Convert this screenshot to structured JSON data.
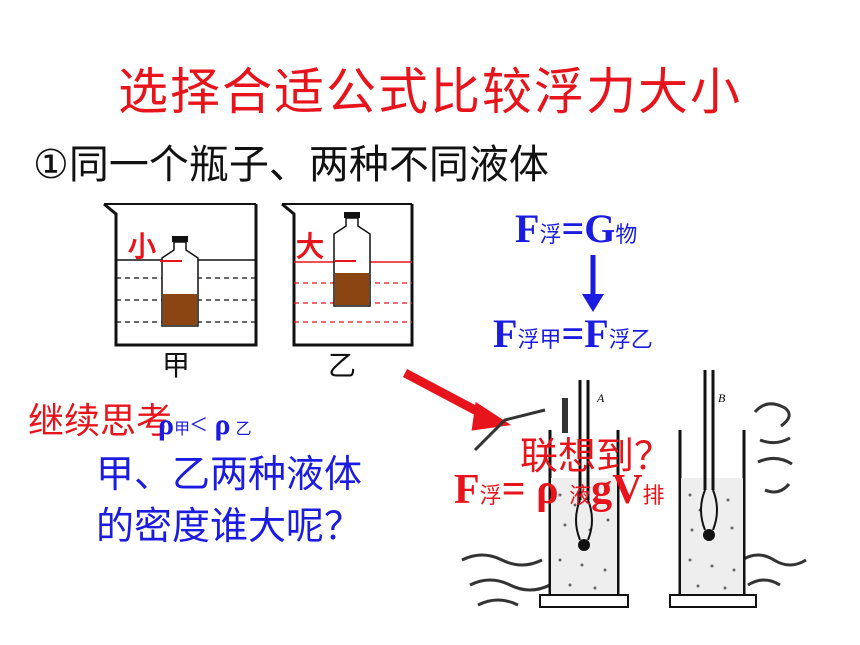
{
  "title": "选择合适公式比较浮力大小",
  "subtitle": "①同一个瓶子、两种不同液体",
  "beakers": [
    {
      "tag": "小",
      "label": "甲"
    },
    {
      "tag": "大",
      "label": "乙"
    }
  ],
  "formulas": {
    "f1": {
      "F": "F",
      "F_sub": "浮",
      "eq": "=",
      "G": "G",
      "G_sub": "物"
    },
    "f2": {
      "F1": "F",
      "F1_sub": "浮甲",
      "eq": "=",
      "F2": "F",
      "F2_sub": "浮乙"
    },
    "f3": {
      "F": "F",
      "F_sub": "浮",
      "eq": "=",
      "rho": "ρ",
      "rho_sub": "液",
      "g": "g",
      "V": "V",
      "V_sub": "排"
    }
  },
  "think": "继续思考",
  "compare": {
    "rho1": "ρ",
    "sub1": "甲",
    "lt": "<",
    "rho2": "ρ",
    "sub2": "乙"
  },
  "question": {
    "line1": "甲、乙两种液体",
    "line2": "的密度谁大呢？"
  },
  "associate": "联想到？",
  "cylinders": [
    {
      "tag": "A"
    },
    {
      "tag": "B"
    }
  ],
  "colors": {
    "red": "#e8141c",
    "blue": "#1c1ce0",
    "liquid": "#8b4513"
  }
}
